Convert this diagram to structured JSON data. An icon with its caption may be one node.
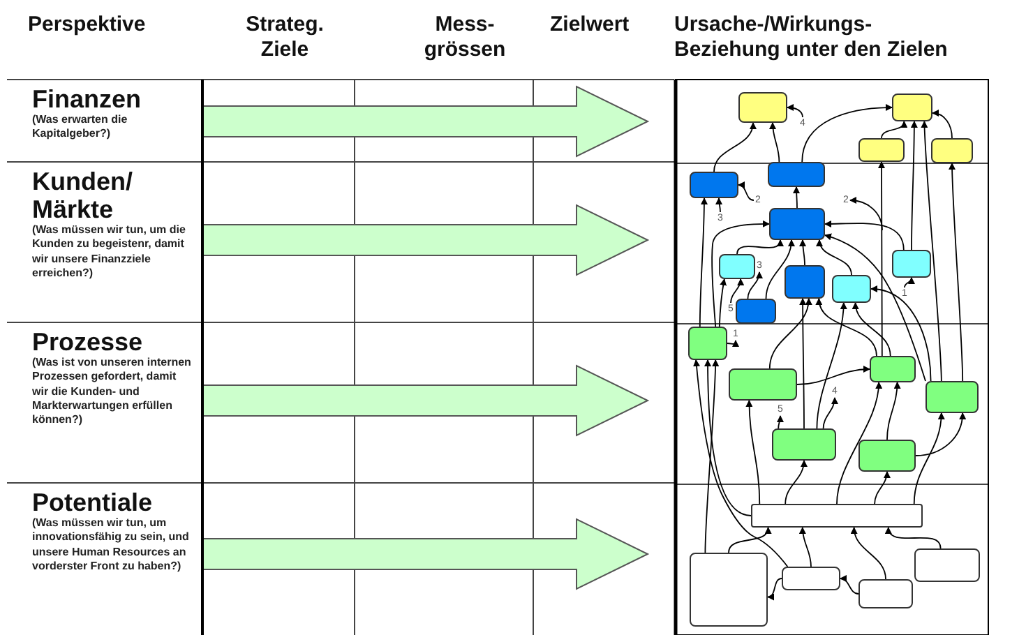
{
  "diagram": {
    "nodes": [
      {
        "text": [
          "Finanzen",
          "(Was erwarten die Kapitalgeber?)"
        ]
      },
      {
        "text": [
          "Kunden/ Märkte",
          "(Was müssen wir tun, um die Kunden zu begeistenr, damit wir unsere Finanzziele erreichen?)"
        ]
      },
      {
        "text": [
          "Prozesse",
          "(Was ist von unseren internen Prozessen gefordert, damit wir die Kunden- und Markterwartungen erfüllen können?)"
        ]
      },
      {
        "text": [
          "Potentiale",
          "(Was müssen wir tun, um innovationsfähig zu sein, und unsere Human Resources an vorderster Front zu haben?)"
        ]
      },
      {
        "text": [],
        "shape": "box"
      },
      {
        "text": [],
        "shape": "box"
      },
      {
        "text": [],
        "shape": "box"
      },
      {
        "text": [],
        "shape": "box"
      },
      {
        "text": [],
        "shape": "box"
      },
      {
        "text": [],
        "shape": "box"
      },
      {
        "text": [],
        "shape": "box"
      },
      {
        "text": [],
        "shape": "box"
      },
      {
        "text": [],
        "shape": "box"
      },
      {
        "text": [],
        "shape": "box"
      },
      {
        "text": [],
        "shape": "box"
      },
      {
        "text": [],
        "shape": "box"
      },
      {
        "text": [],
        "shape": "box"
      },
      {
        "text": [],
        "shape": "box"
      },
      {
        "text": [],
        "shape": "box"
      },
      {
        "text": [],
        "shape": "box"
      },
      {
        "text": [],
        "shape": "box"
      },
      {
        "text": [],
        "shape": "box"
      },
      {
        "text": [],
        "shape": "bar"
      },
      {
        "text": [],
        "shape": "box"
      },
      {
        "text": [],
        "shape": "box"
      },
      {
        "text": [],
        "shape": "box"
      },
      {
        "text": [],
        "shape": "box"
      },
      {
        "text": [
          "4"
        ]
      },
      {
        "text": [
          "2"
        ]
      },
      {
        "text": [
          "3"
        ]
      },
      {
        "text": [
          "2"
        ]
      },
      {
        "text": [
          "3"
        ]
      },
      {
        "text": [
          "5"
        ]
      },
      {
        "text": [
          "1"
        ]
      },
      {
        "text": [
          "1"
        ]
      },
      {
        "text": [
          "5"
        ]
      },
      {
        "text": [
          "4"
        ]
      }
    ],
    "edges": [
      {
        "from": 8,
        "to": 4,
        "arrow": "to"
      },
      {
        "from": 9,
        "to": 4,
        "arrow": "to"
      },
      {
        "from": 9,
        "to": 5,
        "arrow": "to"
      },
      {
        "from": 6,
        "to": 5,
        "arrow": "to"
      },
      {
        "from": 7,
        "to": 5,
        "arrow": "to"
      },
      {
        "from": 14,
        "to": 5,
        "arrow": "to"
      },
      {
        "from": 19,
        "to": 5,
        "arrow": "to"
      },
      {
        "from": 19,
        "to": 7,
        "arrow": "to"
      },
      {
        "from": 18,
        "to": 6,
        "arrow": "to"
      },
      {
        "from": 10,
        "to": 9,
        "arrow": "to"
      },
      {
        "from": 16,
        "to": 8,
        "arrow": "to"
      },
      {
        "from": 11,
        "to": 10,
        "arrow": "to"
      },
      {
        "from": 15,
        "to": 10,
        "arrow": "to"
      },
      {
        "from": 12,
        "to": 10,
        "arrow": "to"
      },
      {
        "from": 13,
        "to": 10,
        "arrow": "to"
      },
      {
        "from": 14,
        "to": 10,
        "arrow": "to"
      },
      {
        "from": 16,
        "to": 10,
        "arrow": "to"
      },
      {
        "from": 19,
        "to": 10,
        "arrow": "to"
      },
      {
        "from": 20,
        "to": 12,
        "arrow": "to"
      },
      {
        "from": 17,
        "to": 12,
        "arrow": "to"
      },
      {
        "from": 18,
        "to": 12,
        "arrow": "to"
      },
      {
        "from": 20,
        "to": 13,
        "arrow": "to"
      },
      {
        "from": 18,
        "to": 13,
        "arrow": "to"
      },
      {
        "from": 19,
        "to": 13,
        "arrow": "to"
      },
      {
        "from": 16,
        "to": 11,
        "arrow": "to"
      },
      {
        "from": 22,
        "to": 17,
        "arrow": "to"
      },
      {
        "from": 22,
        "to": 20,
        "arrow": "to"
      },
      {
        "from": 22,
        "to": 18,
        "arrow": "to"
      },
      {
        "from": 22,
        "to": 21,
        "arrow": "to"
      },
      {
        "from": 22,
        "to": 19,
        "arrow": "to"
      },
      {
        "from": 23,
        "to": 16,
        "arrow": "to"
      },
      {
        "from": 23,
        "to": 22,
        "arrow": "to"
      },
      {
        "from": 24,
        "to": 22,
        "arrow": "to"
      },
      {
        "from": 24,
        "to": 23,
        "arrow": "to"
      },
      {
        "from": 25,
        "to": 22,
        "arrow": "to"
      },
      {
        "from": 25,
        "to": 24,
        "arrow": "to"
      },
      {
        "from": 26,
        "to": 22,
        "arrow": "to"
      },
      {
        "from": 21,
        "to": 19,
        "arrow": "to"
      },
      {
        "from": 17,
        "to": 18,
        "arrow": "to"
      },
      {
        "from": 21,
        "to": 18,
        "arrow": "to"
      },
      {
        "from": 27,
        "to": 4,
        "arrow": "to"
      },
      {
        "from": 28,
        "to": 8,
        "arrow": "to"
      },
      {
        "from": 29,
        "to": 8,
        "arrow": "to"
      },
      {
        "from": null,
        "to": 30,
        "arrow": "to"
      },
      {
        "from": 15,
        "to": 31,
        "arrow": "to"
      },
      {
        "from": 32,
        "to": 11,
        "arrow": "to"
      },
      {
        "from": 33,
        "to": 14,
        "arrow": "to"
      },
      {
        "from": 16,
        "to": 34,
        "arrow": "to"
      },
      {
        "from": 20,
        "to": 35,
        "arrow": "to"
      },
      {
        "from": 20,
        "to": 36,
        "arrow": "to"
      },
      {
        "from": 22,
        "to": 16,
        "arrow": "to"
      },
      {
        "from": 24,
        "to": 16,
        "arrow": "to"
      },
      {
        "from": 0,
        "to": null,
        "arrow": "to",
        "style": "thick"
      },
      {
        "from": 1,
        "to": null,
        "arrow": "to",
        "style": "thick"
      },
      {
        "from": 2,
        "to": null,
        "arrow": "to",
        "style": "thick"
      },
      {
        "from": 3,
        "to": null,
        "arrow": "to",
        "style": "thick"
      }
    ],
    "labels": [
      "Perspektive",
      "Strateg. Ziele",
      "Mess- grössen",
      "Zielwert",
      "Ursache-/Wirkungs- Beziehung unter den Zielen"
    ]
  }
}
